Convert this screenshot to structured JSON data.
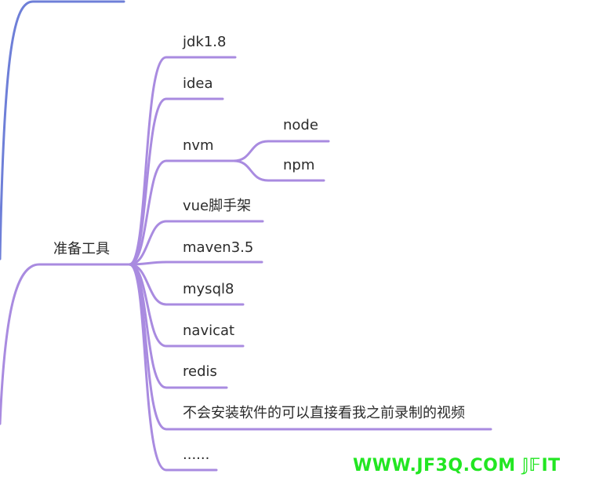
{
  "colors": {
    "branch": "#a98be0",
    "top_branch": "#6e7fd8",
    "text": "#2b2b2b",
    "watermark": "#22e622"
  },
  "root": {
    "label": "准备工具"
  },
  "children": [
    {
      "label": "jdk1.8"
    },
    {
      "label": "idea"
    },
    {
      "label": "nvm",
      "children": [
        {
          "label": "node"
        },
        {
          "label": "npm"
        }
      ]
    },
    {
      "label": "vue脚手架"
    },
    {
      "label": "maven3.5"
    },
    {
      "label": "mysql8"
    },
    {
      "label": "navicat"
    },
    {
      "label": "redis"
    },
    {
      "label": "不会安装软件的可以直接看我之前录制的视频"
    },
    {
      "label": "......"
    }
  ],
  "watermark": "WWW.JF3Q.COM 𝕁𝔽IT"
}
